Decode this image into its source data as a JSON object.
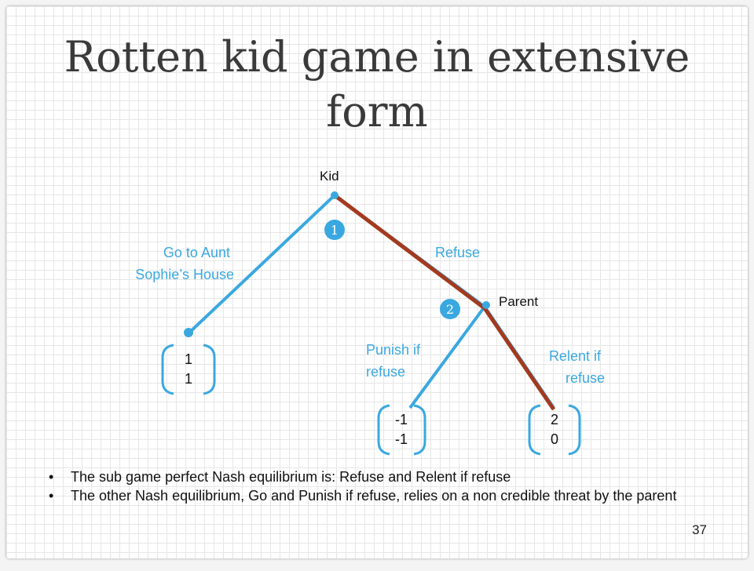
{
  "title": "Rotten kid game in extensive form",
  "tree": {
    "nodes": {
      "kid": {
        "label": "Kid",
        "step": "1"
      },
      "parent": {
        "label": "Parent",
        "step": "2"
      }
    },
    "branches": {
      "go": {
        "label_lines": [
          "Go to Aunt",
          "Sophie’s House"
        ]
      },
      "refuse": {
        "label_lines": [
          "Refuse"
        ]
      },
      "punish": {
        "label_lines": [
          "Punish if",
          "refuse"
        ]
      },
      "relent": {
        "label_lines": [
          "Relent if",
          "refuse"
        ]
      }
    },
    "payoffs": {
      "go": [
        "1",
        "1"
      ],
      "punish": [
        "-1",
        "-1"
      ],
      "relent": [
        "2",
        "0"
      ]
    }
  },
  "bullets": [
    "The sub game perfect Nash equilibrium is: Refuse and Relent if refuse",
    "The other Nash equilibrium, Go and Punish if refuse, relies on a non credible threat by the parent"
  ],
  "page_number": "37",
  "colors": {
    "branch": "#3aa8e0",
    "equilibrium_path": "#a33a1e",
    "step_badge": "#3aa8e0",
    "label_text": "#3aa8e0"
  }
}
